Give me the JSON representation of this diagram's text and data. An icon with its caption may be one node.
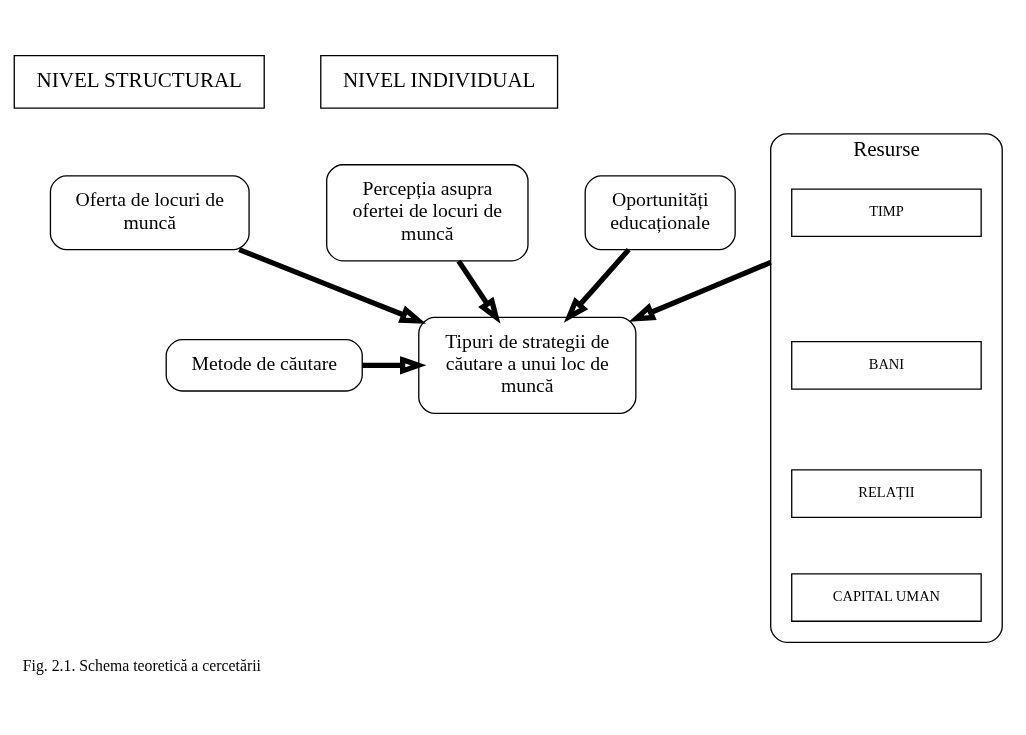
{
  "diagram": {
    "caption": "Fig. 2.1. Schema teoretică a cercetării",
    "nodes": [
      {
        "text": [
          "NIVEL STRUCTURAL"
        ]
      },
      {
        "text": [
          "NIVEL INDIVIDUAL"
        ]
      },
      {
        "text": [
          "Oferta de locuri de muncă"
        ]
      },
      {
        "text": [
          "Percepția asupra ofertei de locuri de muncă"
        ]
      },
      {
        "text": [
          "Tipuri de strategii de căutare a unui loc de muncă"
        ]
      },
      {
        "text": [
          "Metode de căutare"
        ]
      },
      {
        "text": [
          "Oportunități educaționale"
        ]
      },
      {
        "text": [
          "Resurse"
        ]
      },
      {
        "text": [
          "TIMP"
        ],
        "in": 7
      },
      {
        "text": [
          "BANI"
        ],
        "in": 7
      },
      {
        "text": [
          "RELAȚII"
        ],
        "in": 7
      },
      {
        "text": [
          "CAPITAL UMAN"
        ],
        "in": 7
      }
    ],
    "edges": [
      {
        "from": 2,
        "to": 4,
        "arrow": "to"
      },
      {
        "from": 3,
        "to": 4,
        "arrow": "to"
      },
      {
        "from": 5,
        "to": 4,
        "arrow": "to"
      },
      {
        "from": 6,
        "to": 4,
        "arrow": "to"
      },
      {
        "from": 7,
        "to": 4,
        "arrow": "to"
      }
    ]
  }
}
